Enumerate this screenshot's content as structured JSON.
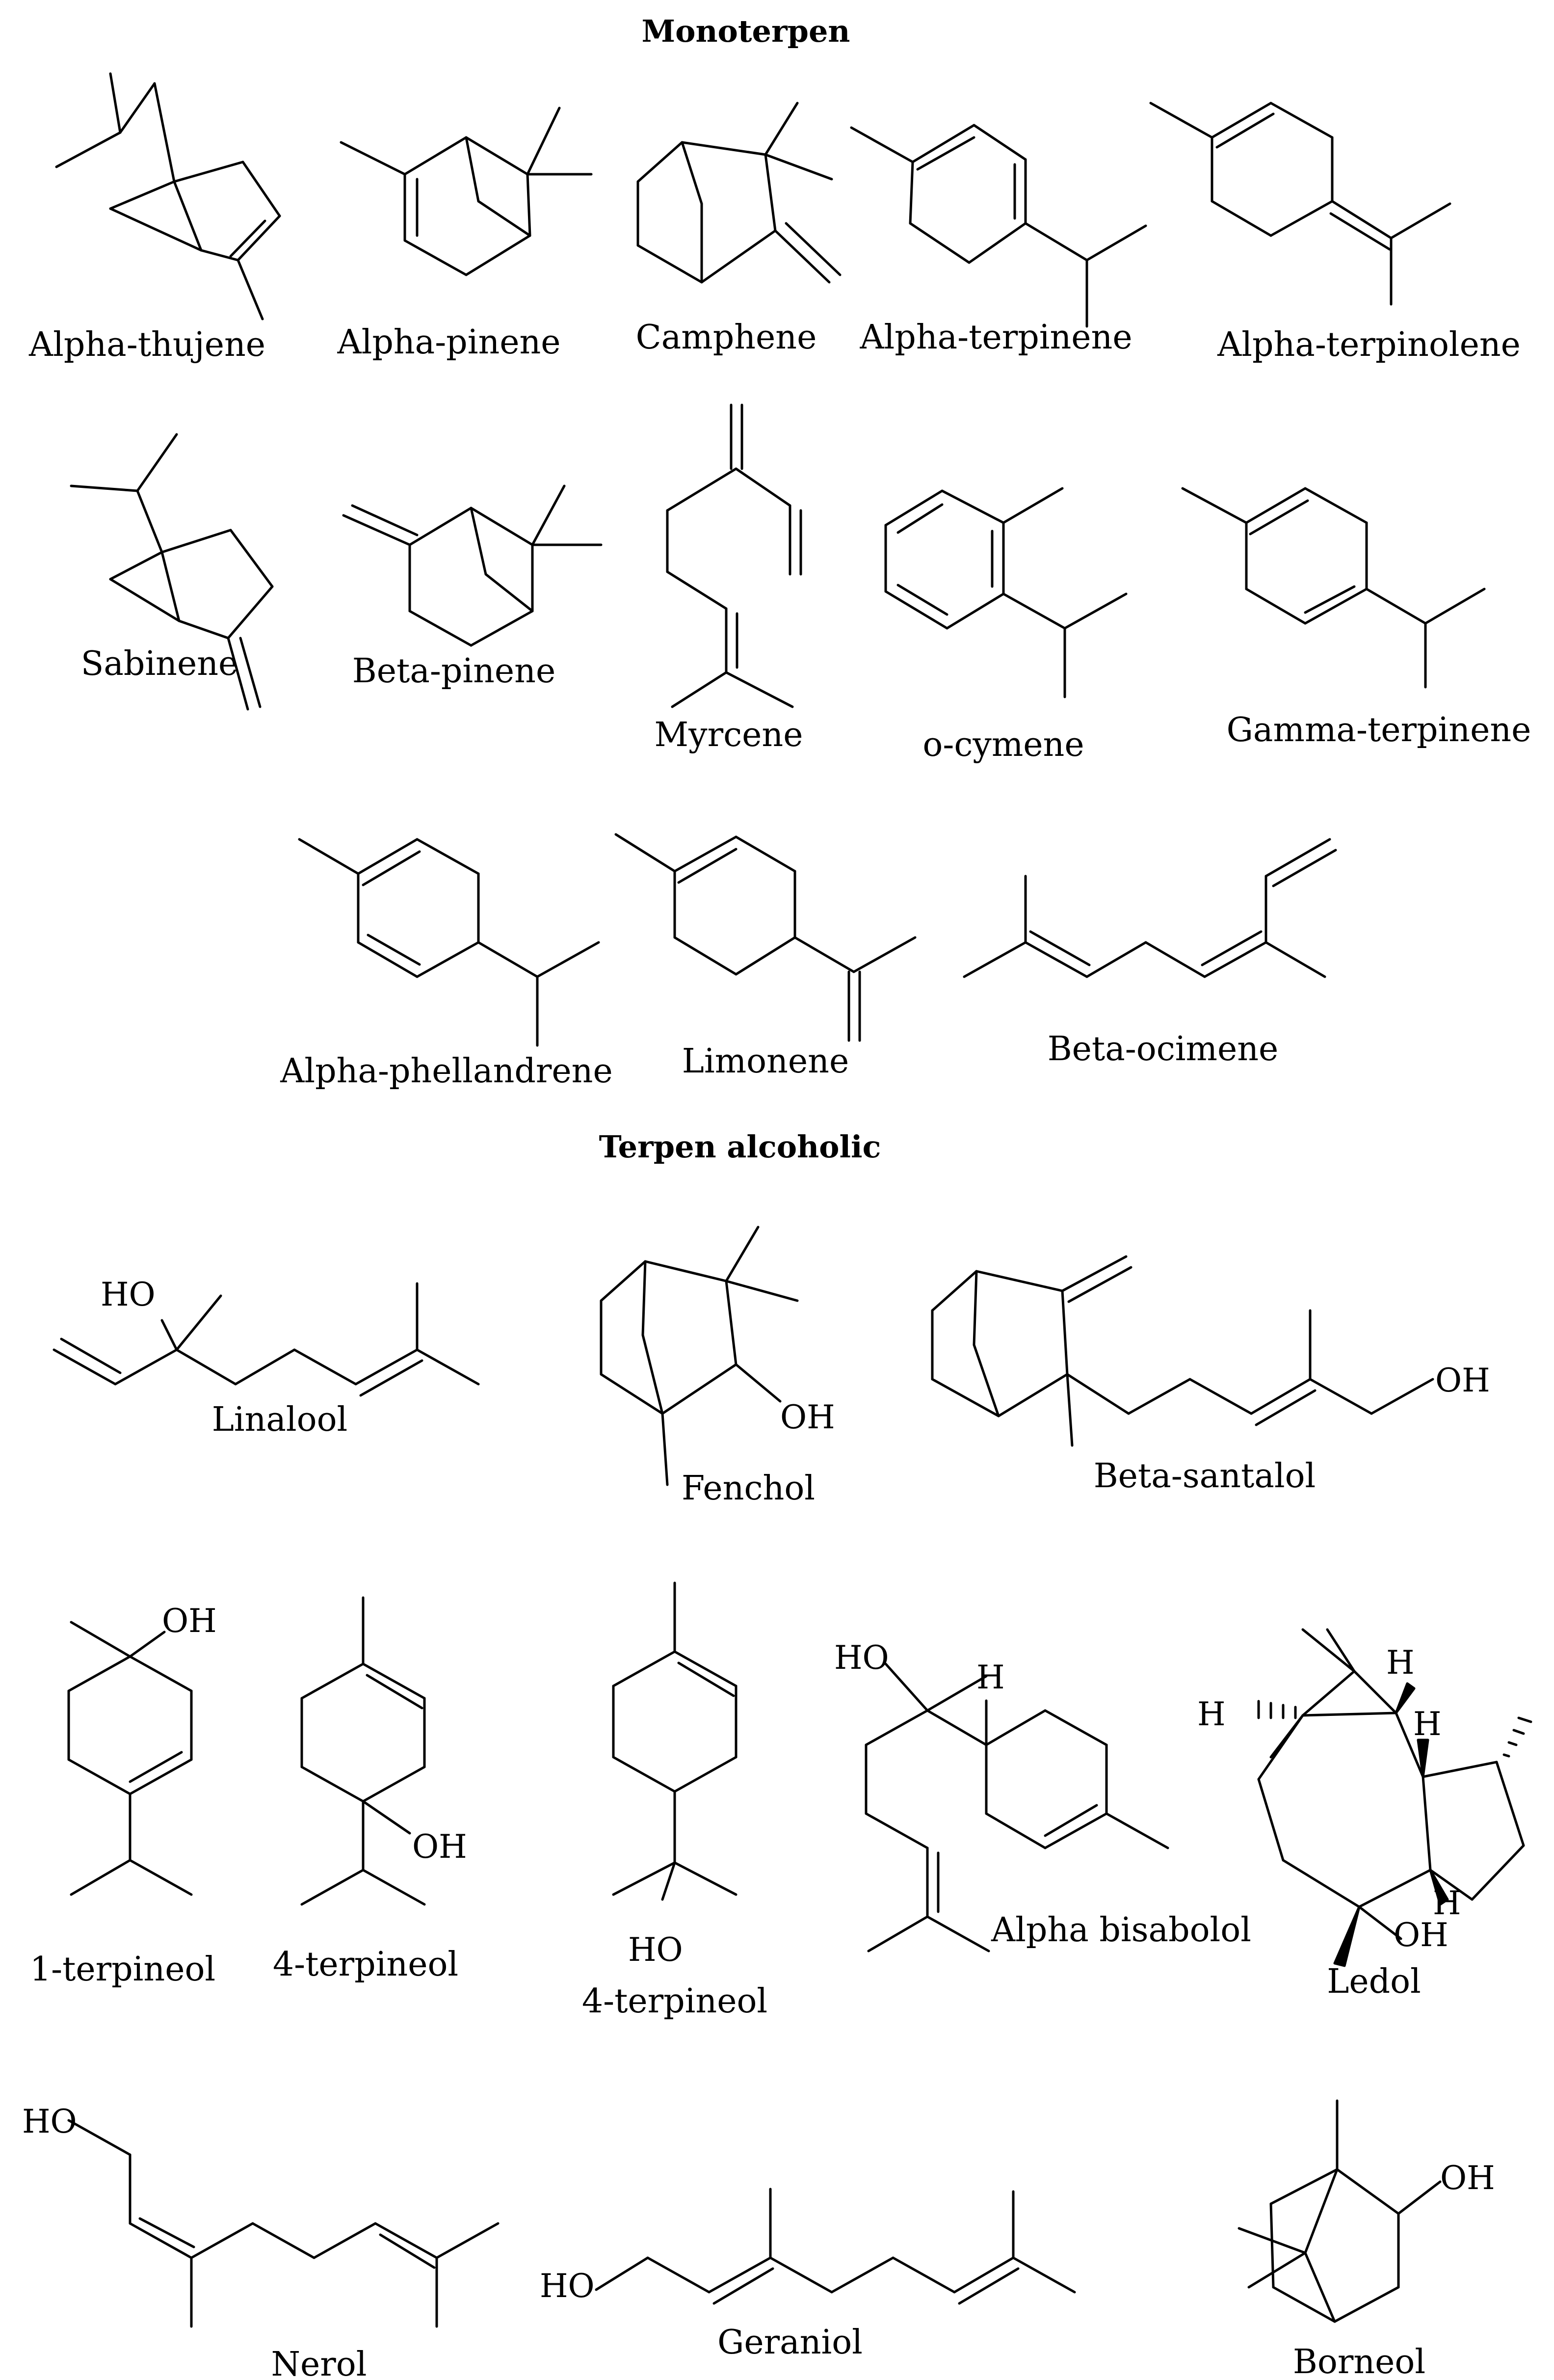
{
  "sections": {
    "monoterpen": "Monoterpen",
    "terpen_alcoholic": "Terpen alcoholic"
  },
  "molecules": {
    "alpha_thujene": "Alpha-thujene",
    "alpha_pinene": "Alpha-pinene",
    "camphene": "Camphene",
    "alpha_terpinene": "Alpha-terpinene",
    "alpha_terpinolene": "Alpha-terpinolene",
    "sabinene": "Sabinene",
    "beta_pinene": "Beta-pinene",
    "myrcene": "Myrcene",
    "o_cymene": "o-cymene",
    "gamma_terpinene": "Gamma-terpinene",
    "alpha_phellandrene": "Alpha-phellandrene",
    "limonene": "Limonene",
    "beta_ocimene": "Beta-ocimene",
    "linalool": "Linalool",
    "fenchol": "Fenchol",
    "beta_santalol": "Beta-santalol",
    "terpineol_1": "1-terpineol",
    "terpineol_4a": "4-terpineol",
    "terpineol_4b": "4-terpineol",
    "alpha_bisabolol": "Alpha bisabolol",
    "ledol": "Ledol",
    "nerol": "Nerol",
    "geraniol": "Geraniol",
    "borneol": "Borneol"
  },
  "atoms": {
    "oh": "OH",
    "ho": "HO",
    "h": "H"
  }
}
